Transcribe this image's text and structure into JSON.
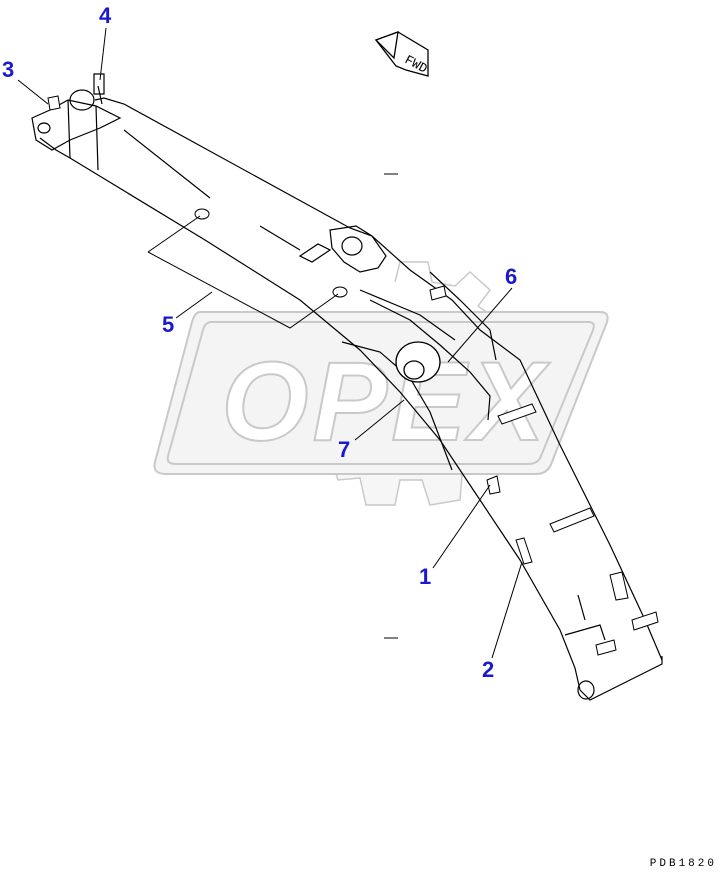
{
  "watermark": {
    "text": "OPEX"
  },
  "forward_marker": {
    "text": "FWD"
  },
  "callouts": [
    {
      "id": "1",
      "label": "1"
    },
    {
      "id": "2",
      "label": "2"
    },
    {
      "id": "3",
      "label": "3"
    },
    {
      "id": "4",
      "label": "4"
    },
    {
      "id": "5",
      "label": "5"
    },
    {
      "id": "6",
      "label": "6"
    },
    {
      "id": "7",
      "label": "7"
    }
  ],
  "drawing_code": "PDB1820",
  "colors": {
    "callout": "#1a1acc",
    "line": "#000000",
    "watermark_fill": "#f4f4f4",
    "watermark_stroke": "#c9c9c9"
  }
}
